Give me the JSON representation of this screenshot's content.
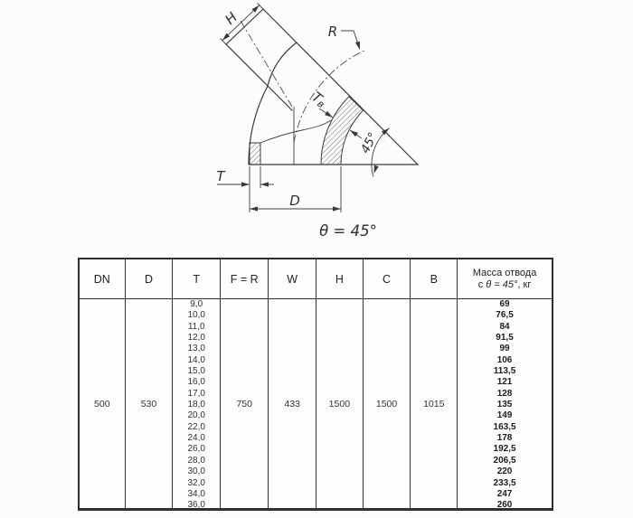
{
  "drawing": {
    "labels": {
      "h": "H",
      "r": "R",
      "tv_main": "T",
      "tv_sub": "в",
      "angle": "45°",
      "t": "T",
      "d": "D",
      "theta": "θ = 45°"
    }
  },
  "table": {
    "headers": [
      "DN",
      "D",
      "T",
      "F = R",
      "W",
      "H",
      "C",
      "B"
    ],
    "mass_header": {
      "line1": "Масса отвода",
      "line2_prefix": "с ",
      "line2_italic": "θ = 45°",
      "line2_suffix": ", кг"
    },
    "values": {
      "dn": "500",
      "d": "530",
      "f_r": "750",
      "w": "433",
      "h": "1500",
      "c": "1500",
      "b": "1015"
    },
    "t_values": [
      "9,0",
      "10,0",
      "11,0",
      "12,0",
      "13,0",
      "14,0",
      "15,0",
      "16,0",
      "17,0",
      "18,0",
      "20,0",
      "22,0",
      "24,0",
      "26,0",
      "28,0",
      "30,0",
      "32,0",
      "34,0",
      "36,0"
    ],
    "mass_values": [
      "69",
      "76,5",
      "84",
      "91,5",
      "99",
      "106",
      "113,5",
      "121",
      "128",
      "135",
      "149",
      "163,5",
      "178",
      "192,5",
      "206,5",
      "220",
      "233,5",
      "247",
      "260"
    ]
  }
}
